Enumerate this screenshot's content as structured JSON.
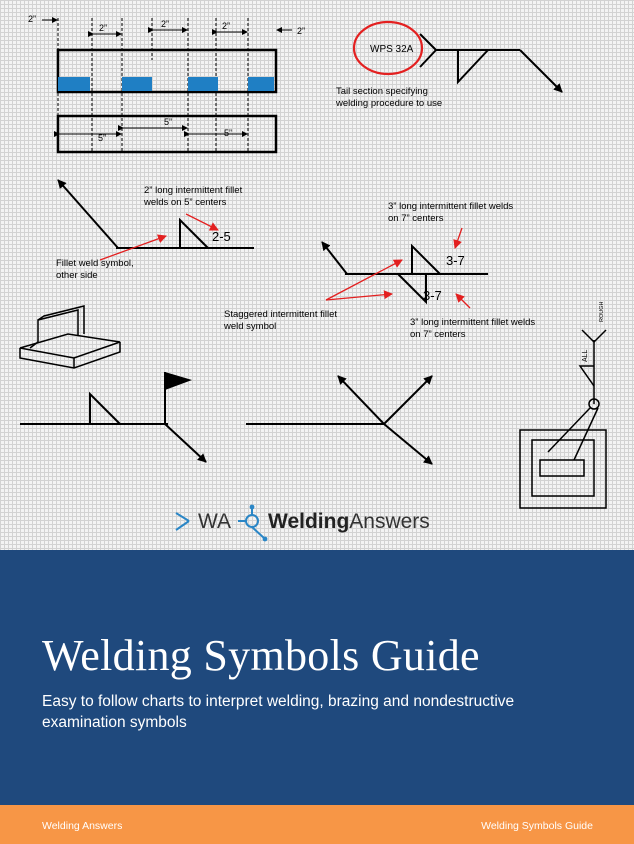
{
  "cover": {
    "title": "Welding Symbols Guide",
    "subtitle": "Easy to follow charts to interpret welding, brazing and nondestructive examination symbols"
  },
  "footer": {
    "left": "Welding Answers",
    "right": "Welding Symbols Guide"
  },
  "logo": {
    "mark": "WA",
    "brand_bold": "Welding",
    "brand_light": "Answers"
  },
  "diagram": {
    "top_dims": {
      "outer_left": "2”",
      "a": "2”",
      "b": "2”",
      "outer_right": "2”"
    },
    "bottom_dims": {
      "a": "5”",
      "b": "5”",
      "c": "5”"
    },
    "wps_label": "WPS 32A",
    "tail_note": [
      "Tail section specifying",
      "welding procedure to use"
    ],
    "intermittent_note": [
      "2” long intermittent fillet",
      "welds on 5” centers"
    ],
    "intermittent_value": "2-5",
    "fillet_other_side_note": [
      "Fillet weld symbol,",
      "other side"
    ],
    "staggered_top_note": [
      "3” long intermittent fillet welds",
      "on 7” centers"
    ],
    "staggered_top_value": "3-7",
    "staggered_bottom_value": "3-7",
    "staggered_label": [
      "Staggered intermittent fillet",
      "weld symbol"
    ],
    "staggered_bottom_note": [
      "3” long intermittent fillet welds",
      "on 7” centers"
    ],
    "side_label_1": "ROUGH",
    "side_label_2": "ALL"
  },
  "colors": {
    "band": "#1f497d",
    "footer": "#f79646",
    "callout": "#e32020",
    "block": "#1f7fc4"
  }
}
